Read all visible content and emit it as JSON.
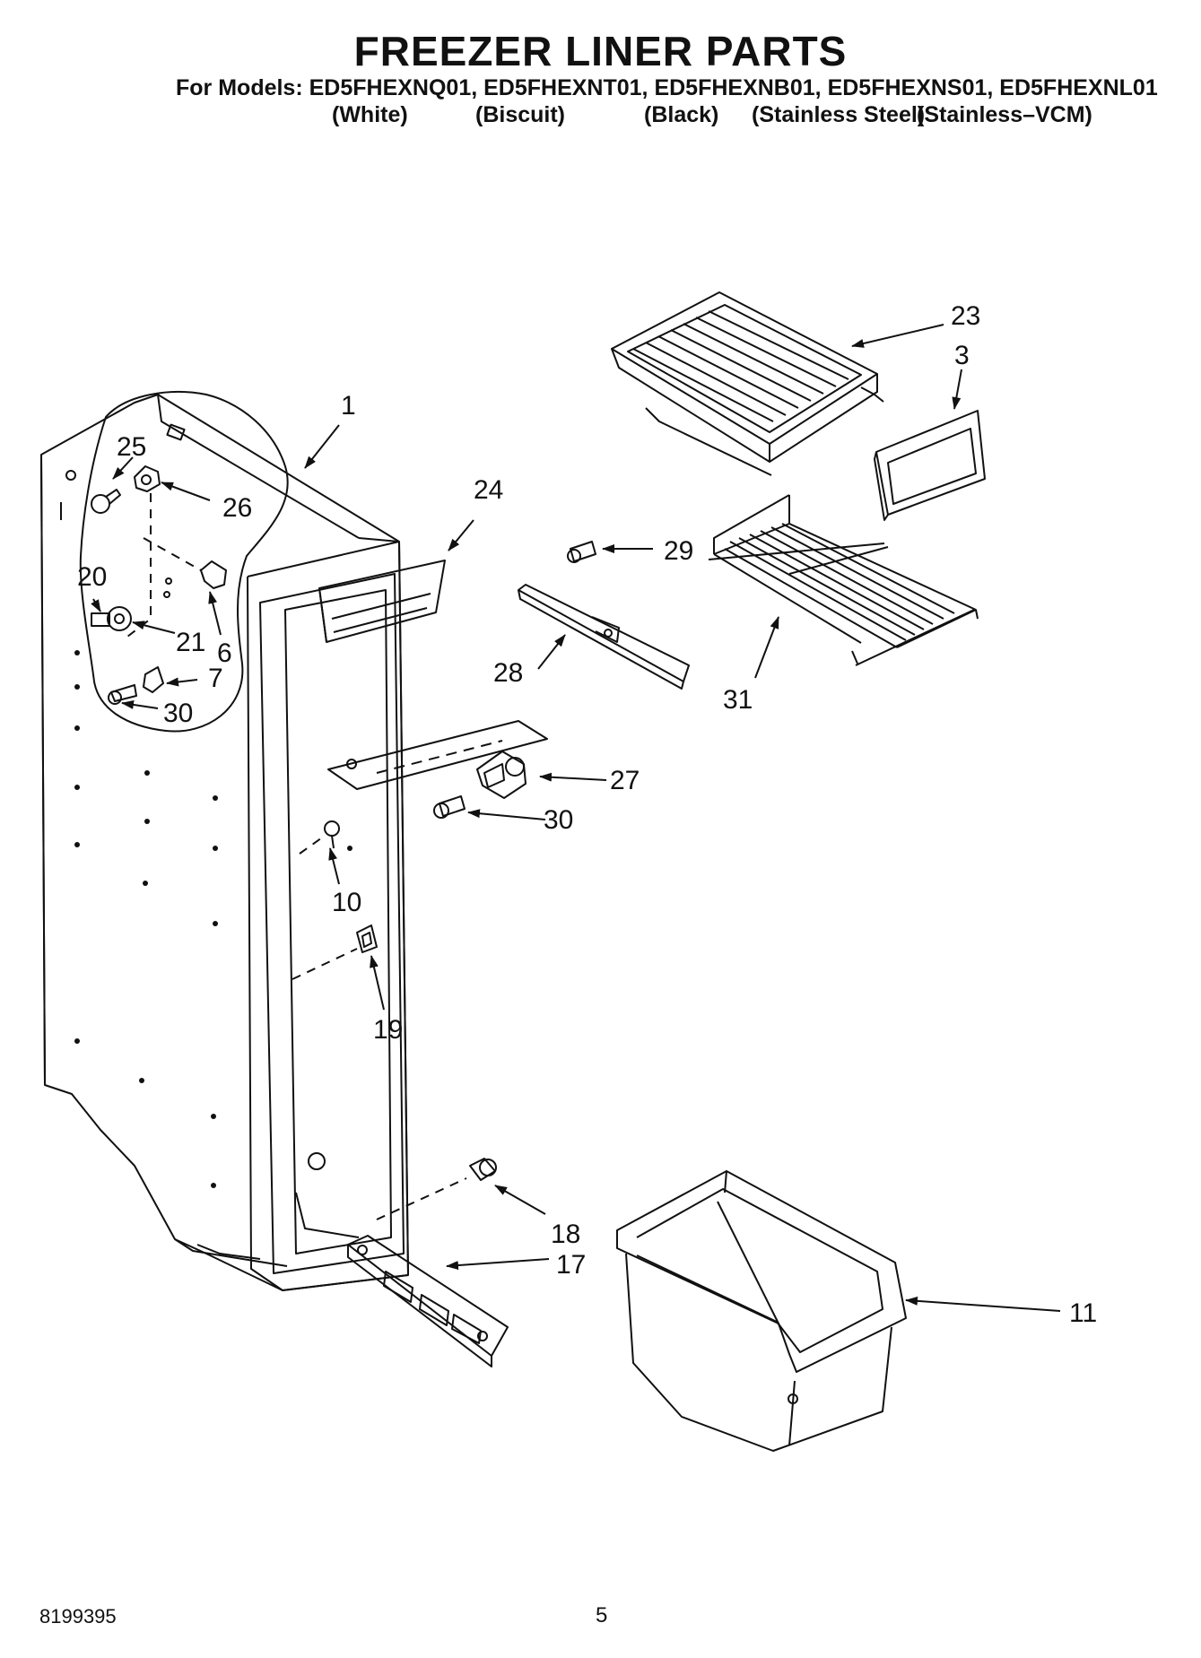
{
  "header": {
    "title": "FREEZER LINER PARTS",
    "models": "For Models: ED5FHEXNQ01, ED5FHEXNT01, ED5FHEXNB01, ED5FHEXNS01, ED5FHEXNL01",
    "colors": [
      "(White)",
      "(Biscuit)",
      "(Black)",
      "(Stainless Steel)",
      "(Stainless–VCM)"
    ]
  },
  "callouts": [
    "1",
    "25",
    "26",
    "20",
    "21",
    "6",
    "7",
    "30",
    "24",
    "23",
    "3",
    "29",
    "28",
    "31",
    "27",
    "30",
    "10",
    "19",
    "18",
    "17",
    "11"
  ],
  "footer": {
    "doc_number": "8199395",
    "page": "5"
  }
}
